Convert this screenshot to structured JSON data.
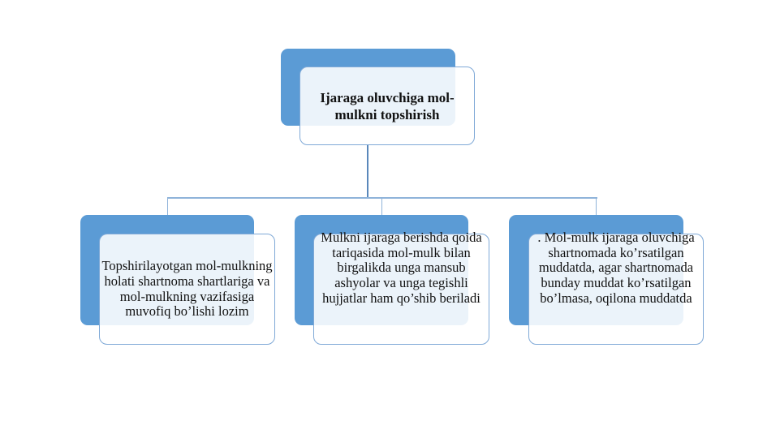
{
  "diagram": {
    "type": "hierarchy",
    "colors": {
      "back_fill": "#5b9bd5",
      "front_fill": "#ffffff",
      "front_border": "#7fa9d7",
      "connector": "#5a88bb",
      "text": "#111111"
    },
    "root": {
      "label": "Ijaraga oluvchiga mol-mulkni topshirish"
    },
    "children": [
      {
        "label": "Topshirilayotgan mol-mulkning holati shartnoma shartlariga va mol-mulkning vazifasiga muvofiq bo’lishi lozim"
      },
      {
        "label": "Mulkni ijaraga berishda qoida tariqasida mol-mulk bilan birgalikda unga mansub ashyolar va unga tegishli hujjatlar ham qo’shib beriladi"
      },
      {
        "label": ". Mol-mulk ijaraga oluvchiga shartnomada ko’rsatilgan muddatda, agar shartnomada bunday muddat ko’rsatilgan bo’lmasa, oqilona muddatda"
      }
    ]
  }
}
